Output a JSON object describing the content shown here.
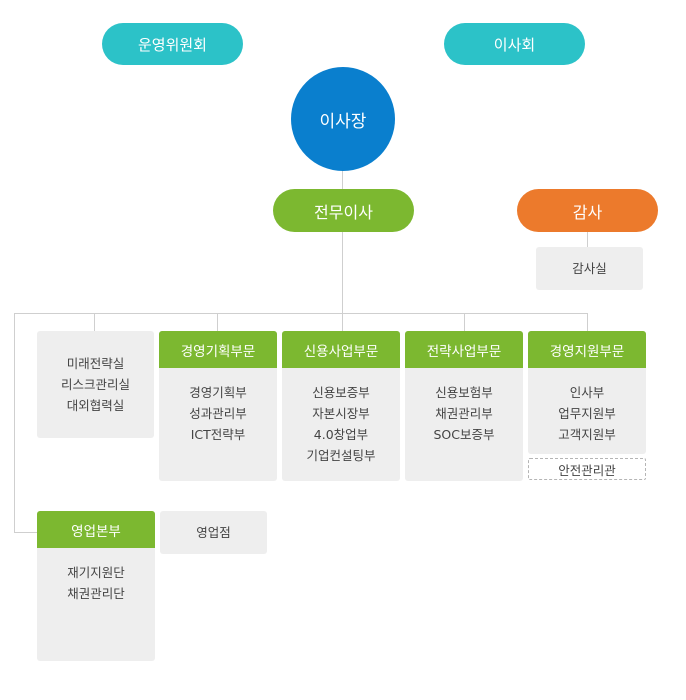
{
  "top": {
    "committee": "운영위원회",
    "board": "이사회",
    "chairman": "이사장"
  },
  "executive": {
    "director": "전무이사",
    "audit": "감사",
    "audit_office": "감사실"
  },
  "staff_office": {
    "items": [
      "미래전략실",
      "리스크관리실",
      "대외협력실"
    ]
  },
  "divisions": [
    {
      "title": "경영기획부문",
      "items": [
        "경영기획부",
        "성과관리부",
        "ICT전략부"
      ]
    },
    {
      "title": "신용사업부문",
      "items": [
        "신용보증부",
        "자본시장부",
        "4.0창업부",
        "기업컨설팅부"
      ]
    },
    {
      "title": "전략사업부문",
      "items": [
        "신용보험부",
        "채권관리부",
        "SOC보증부"
      ]
    },
    {
      "title": "경영지원부문",
      "items": [
        "인사부",
        "업무지원부",
        "고객지원부"
      ]
    }
  ],
  "safety_officer": "안전관리관",
  "sales": {
    "title": "영업본부",
    "items": [
      "재기지원단",
      "채권관리단"
    ],
    "branch": "영업점"
  },
  "colors": {
    "teal": "#2cc2c8",
    "blue": "#0a7fce",
    "green": "#7cb830",
    "orange": "#ec7a2c",
    "gray": "#eeeeee"
  }
}
